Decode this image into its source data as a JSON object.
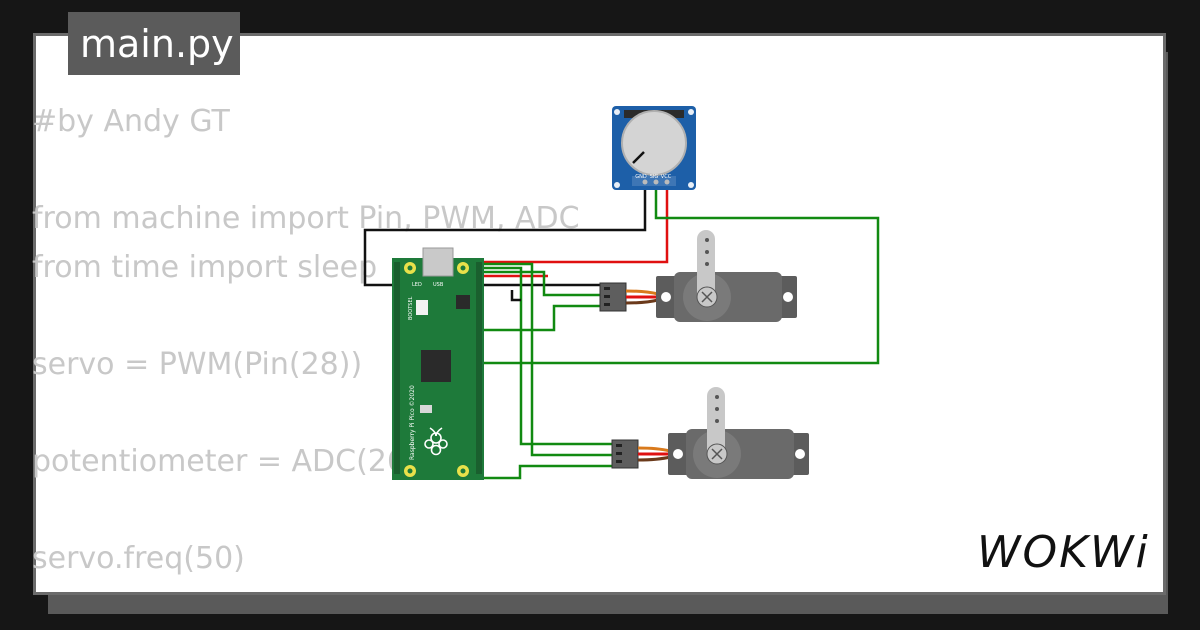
{
  "tab": {
    "label": "main.py"
  },
  "code": {
    "lines": [
      "#by Andy GT",
      "",
      "from machine import Pin, PWM, ADC",
      "from time import sleep",
      "",
      "servo = PWM(Pin(28))",
      "",
      "potentiometer = ADC(26)",
      "",
      "servo.freq(50)"
    ]
  },
  "board": {
    "silk_led": "LED",
    "silk_usb": "USB",
    "silk_bootsel": "BOOTSEL",
    "silk_name": "Raspberry Pi Pico ©2020"
  },
  "potentiometer": {
    "pins": [
      "GND",
      "SIG",
      "VCC"
    ]
  },
  "brand": {
    "logo_text": "WOKWi"
  },
  "colors": {
    "wire_black": "#111111",
    "wire_red": "#e01010",
    "wire_green": "#118a11",
    "board_green": "#1e7a3a",
    "servo_body": "#5c5c5c",
    "pot_blue": "#1d5fa8"
  }
}
